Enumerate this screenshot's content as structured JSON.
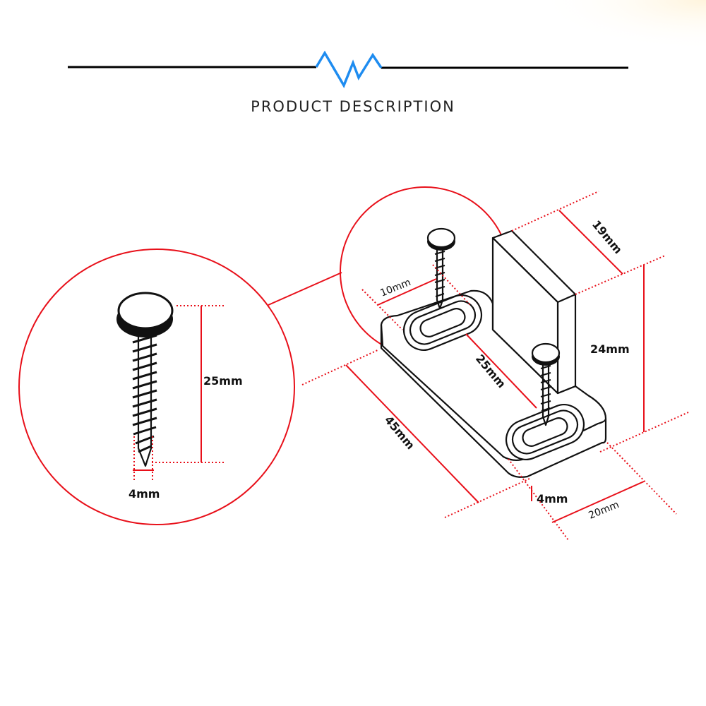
{
  "header": {
    "title": "PRODUCT DESCRIPTION",
    "accent_color": "#1e8cf0",
    "line_color": "#000000"
  },
  "screw_detail": {
    "length_label": "25mm",
    "diameter_label": "4mm"
  },
  "bracket": {
    "depth_label": "19mm",
    "height_label": "24mm",
    "slot_label": "10mm",
    "hole_spacing_label": "25mm",
    "length_label": "45mm",
    "thickness_label": "4mm",
    "width_label": "20mm"
  },
  "colors": {
    "dimension": "#e8101a",
    "outline": "#111111"
  }
}
